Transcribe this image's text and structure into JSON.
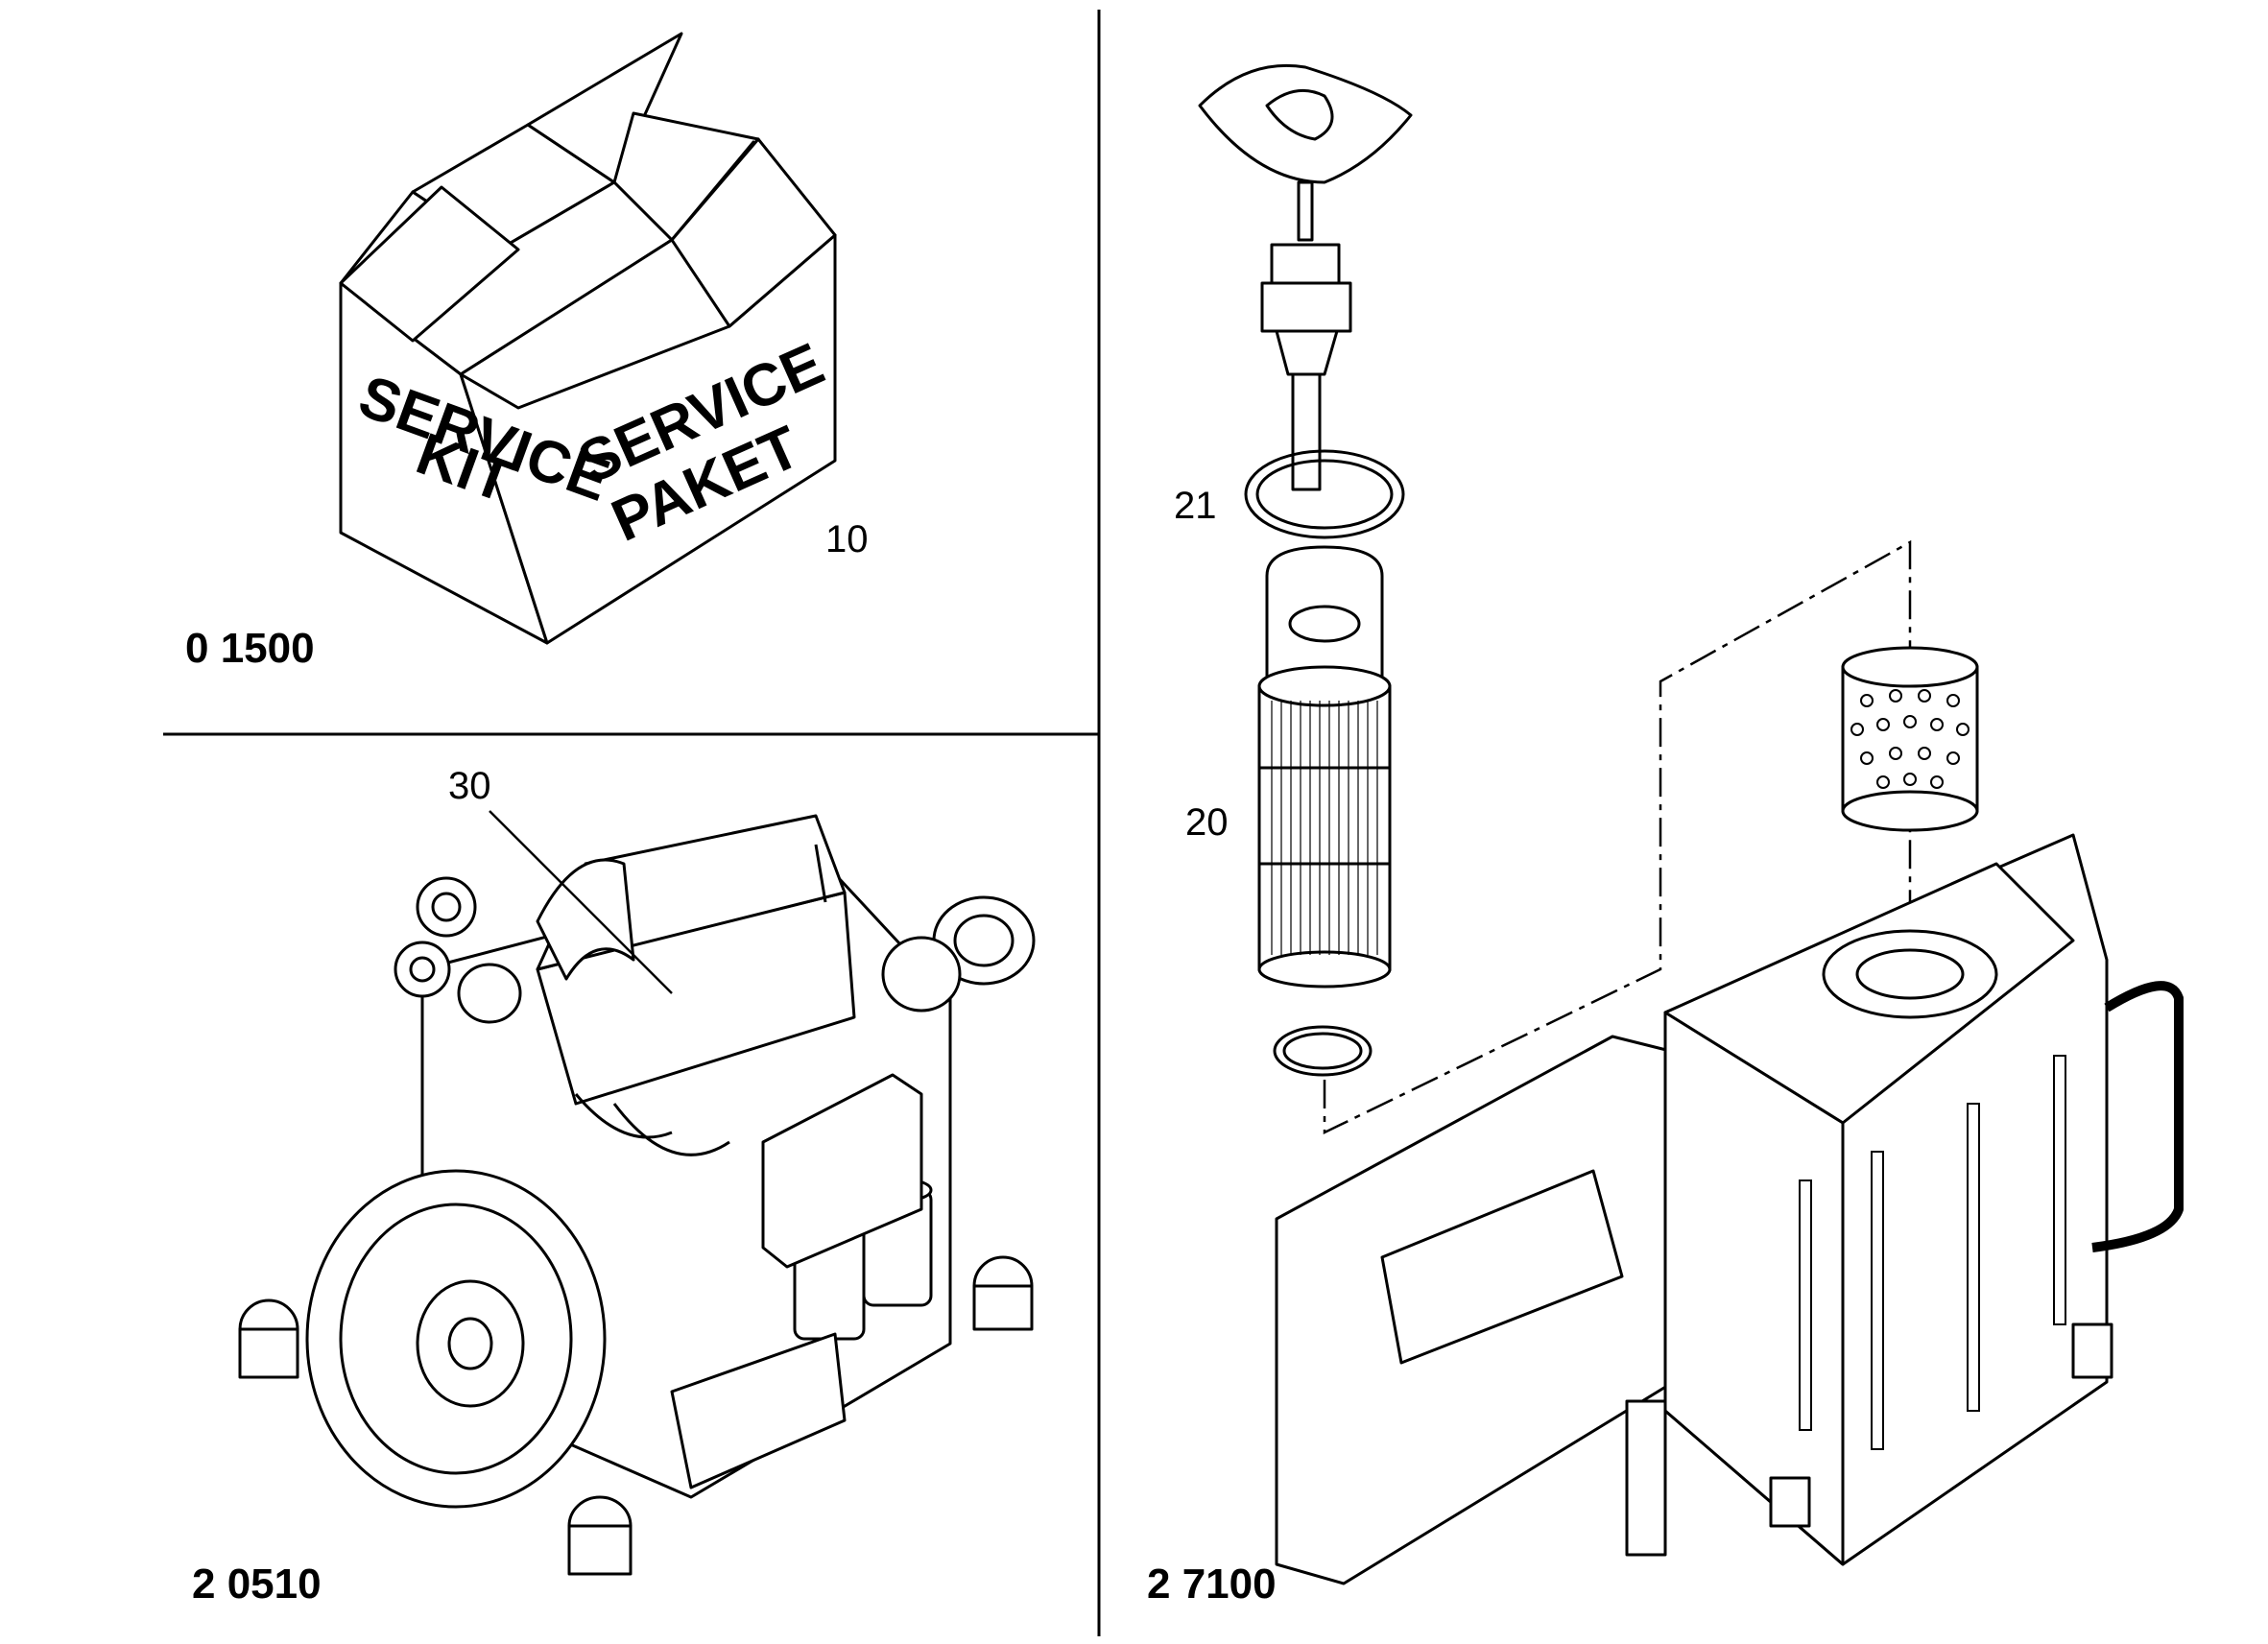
{
  "sections": [
    {
      "code": "0 1500"
    },
    {
      "code": "2 0510"
    },
    {
      "code": "2 7100"
    }
  ],
  "box": {
    "side_text_line1": "SERVICE",
    "side_text_line2": "KIT",
    "front_text_line1": "SERVICE",
    "front_text_line2": "PAKET"
  },
  "callouts": {
    "p10": "10",
    "p20": "20",
    "p21": "21",
    "p30": "30"
  },
  "colors": {
    "line": "#000000",
    "background": "#ffffff"
  }
}
